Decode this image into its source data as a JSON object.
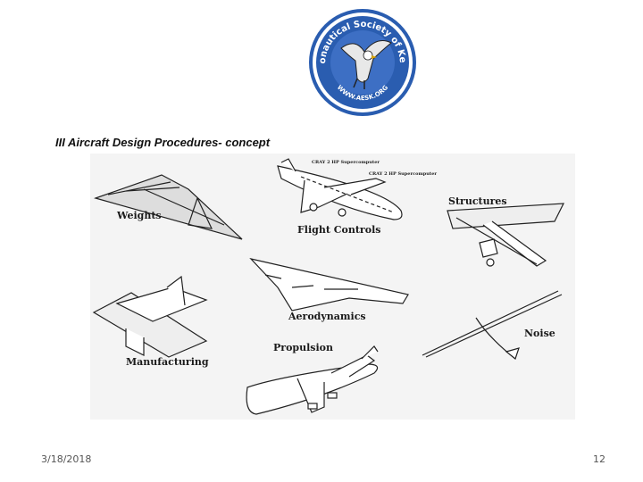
{
  "logo": {
    "arc_text": "Aeronautical Society of Kenya",
    "url_text": "WWW.AESK.ORG",
    "ring_color": "#2a5db0",
    "field_color": "#3d6fc4"
  },
  "slide": {
    "title": "III Aircraft Design Procedures- concept"
  },
  "figure": {
    "labels": {
      "weights": "Weights",
      "flight_controls": "Flight Controls",
      "structures": "Structures",
      "aerodynamics": "Aerodynamics",
      "noise": "Noise",
      "propulsion": "Propulsion",
      "manufacturing": "Manufacturing",
      "note_1": "CRAY 2 HP Supercomputer",
      "note_2": "CRAY 2 HP Supercomputer"
    }
  },
  "footer": {
    "date": "3/18/2018",
    "page_number": "12"
  }
}
